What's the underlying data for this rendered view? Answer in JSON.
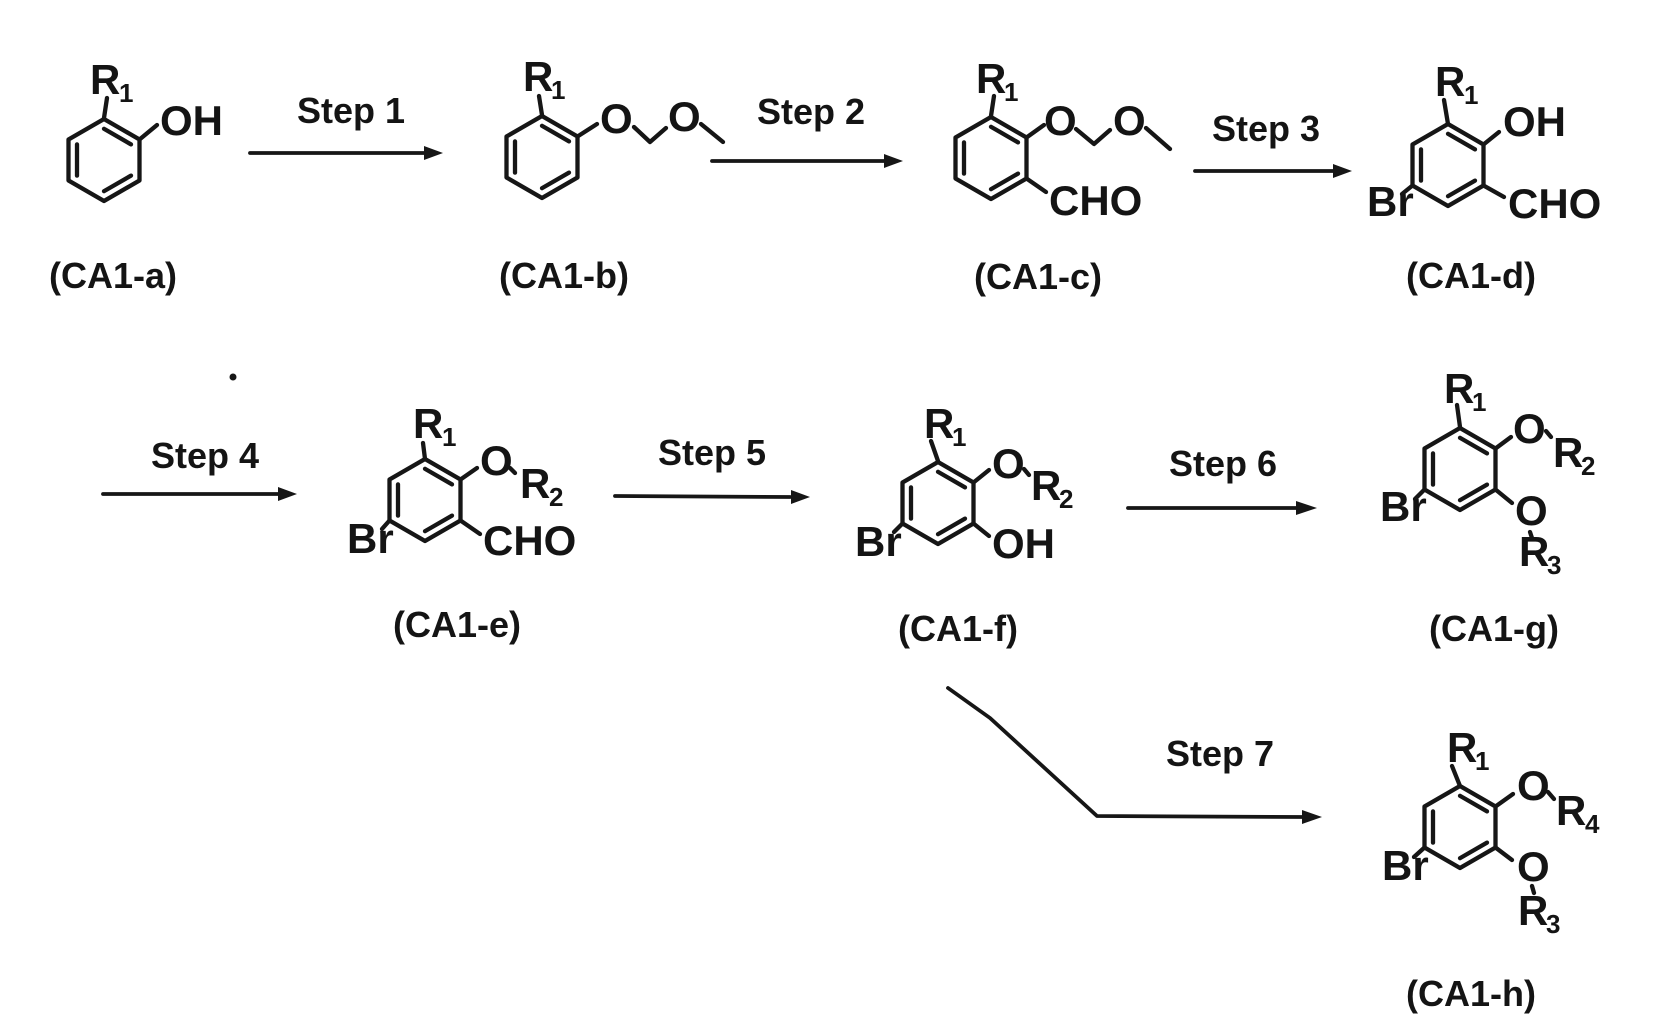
{
  "page": {
    "background": "#ffffff",
    "ink": "#161616",
    "description": "Multi-step chemical synthesis scheme for compounds CA1-a through CA1-h"
  },
  "reactions": [
    {
      "label": "Step 1",
      "from": "CA1-a",
      "to": "CA1-b"
    },
    {
      "label": "Step 2",
      "from": "CA1-b",
      "to": "CA1-c"
    },
    {
      "label": "Step 3",
      "from": "CA1-c",
      "to": "CA1-d"
    },
    {
      "label": "Step 4",
      "from": "CA1-d",
      "to": "CA1-e"
    },
    {
      "label": "Step 5",
      "from": "CA1-e",
      "to": "CA1-f"
    },
    {
      "label": "Step 6",
      "from": "CA1-f",
      "to": "CA1-g"
    },
    {
      "label": "Step 7",
      "from": "CA1-f",
      "to": "CA1-h"
    }
  ],
  "compounds": {
    "ca1a": {
      "label": "(CA1-a)",
      "groups": {
        "r1": {
          "base": "R",
          "sub": "1"
        },
        "hydroxyl": "OH"
      }
    },
    "ca1b": {
      "label": "(CA1-b)",
      "groups": {
        "r1": {
          "base": "R",
          "sub": "1"
        },
        "mom_o1": "O",
        "mom_o2": "O"
      }
    },
    "ca1c": {
      "label": "(CA1-c)",
      "groups": {
        "r1": {
          "base": "R",
          "sub": "1"
        },
        "mom_o1": "O",
        "mom_o2": "O",
        "aldehyde": "CHO"
      }
    },
    "ca1d": {
      "label": "(CA1-d)",
      "groups": {
        "r1": {
          "base": "R",
          "sub": "1"
        },
        "hydroxyl": "OH",
        "bromo": "Br",
        "aldehyde": "CHO"
      }
    },
    "ca1e": {
      "label": "(CA1-e)",
      "groups": {
        "r1": {
          "base": "R",
          "sub": "1"
        },
        "ether_o": "O",
        "r2": {
          "base": "R",
          "sub": "2"
        },
        "bromo": "Br",
        "aldehyde": "CHO"
      }
    },
    "ca1f": {
      "label": "(CA1-f)",
      "groups": {
        "r1": {
          "base": "R",
          "sub": "1"
        },
        "ether_o": "O",
        "r2": {
          "base": "R",
          "sub": "2"
        },
        "bromo": "Br",
        "hydroxyl": "OH"
      }
    },
    "ca1g": {
      "label": "(CA1-g)",
      "groups": {
        "r1": {
          "base": "R",
          "sub": "1"
        },
        "ether_o_top": "O",
        "r2": {
          "base": "R",
          "sub": "2"
        },
        "bromo": "Br",
        "ether_o_bottom": "O",
        "r3": {
          "base": "R",
          "sub": "3"
        }
      }
    },
    "ca1h": {
      "label": "(CA1-h)",
      "groups": {
        "r1": {
          "base": "R",
          "sub": "1"
        },
        "ether_o_top": "O",
        "r4": {
          "base": "R",
          "sub": "4"
        },
        "bromo": "Br",
        "ether_o_bottom": "O",
        "r3": {
          "base": "R",
          "sub": "3"
        }
      }
    }
  }
}
